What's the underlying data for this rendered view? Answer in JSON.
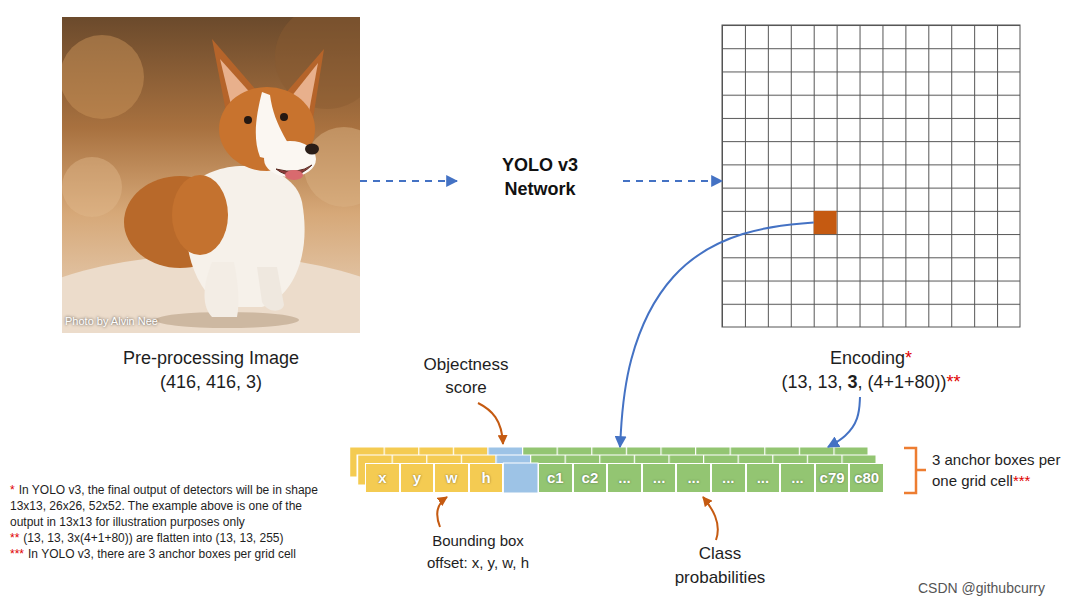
{
  "diagram": {
    "nodes": [
      {
        "text": [
          "Photo by Alvin Nee",
          "Pre-processing Image (416, 416, 3)"
        ]
      },
      {
        "text": [
          "YOLO v3 Network"
        ]
      },
      {
        "text": [
          "Encoding",
          "*",
          "(13, 13,",
          "3",
          ", (4+1+80))",
          "**"
        ]
      },
      {
        "text": [
          "3 anchor boxes per one grid cell",
          "***"
        ]
      },
      {
        "text": [
          "x"
        ],
        "in": 3
      },
      {
        "text": [
          "y"
        ],
        "in": 3
      },
      {
        "text": [
          "w"
        ],
        "in": 3
      },
      {
        "text": [
          "h"
        ],
        "in": 3
      },
      {
        "text": [
          "c1"
        ],
        "in": 3
      },
      {
        "text": [
          "c2"
        ],
        "in": 3
      },
      {
        "text": [
          "..."
        ],
        "in": 3
      },
      {
        "text": [
          "..."
        ],
        "in": 3
      },
      {
        "text": [
          "..."
        ],
        "in": 3
      },
      {
        "text": [
          "..."
        ],
        "in": 3
      },
      {
        "text": [
          "..."
        ],
        "in": 3
      },
      {
        "text": [
          "..."
        ],
        "in": 3
      },
      {
        "text": [
          "c79"
        ],
        "in": 3
      },
      {
        "text": [
          "c80"
        ],
        "in": 3
      }
    ],
    "edges": [
      {
        "from": 0,
        "to": 1,
        "arrow": "to"
      },
      {
        "from": 1,
        "to": 2,
        "arrow": "to"
      },
      {
        "from": 2,
        "to": 3,
        "arrow": "to"
      },
      {
        "from": 2,
        "to": 3,
        "arrow": "to"
      }
    ],
    "labels": [
      "Objectness score",
      "Bounding box offset: x, y, w, h",
      "Class probabilities",
      "*",
      "In YOLO v3, the final output of detectors will be in shape 13x13, 26x26, 52x52. The example above is one of the output in 13x13 for illustration purposes only",
      "**",
      "(13, 13, 3x(4+1+80)) are flatten into (13, 13, 255)",
      "***",
      "In YOLO v3, there are 3 anchor boxes per grid cell",
      "CSDN @githubcurry"
    ]
  }
}
